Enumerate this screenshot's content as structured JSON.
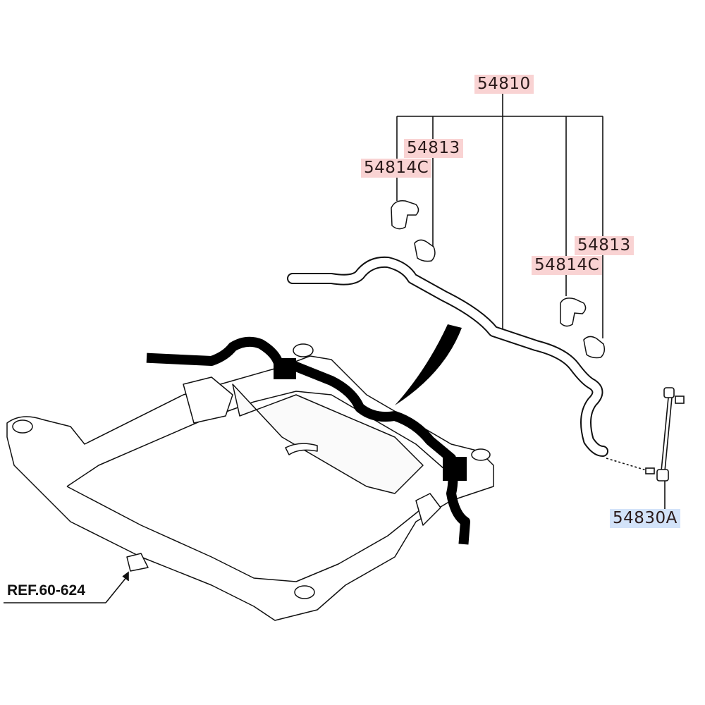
{
  "diagram": {
    "parts": {
      "stabilizer_assy": "54810",
      "bushing_upper_left": "54813",
      "bracket_upper_left": "54814C",
      "bushing_right": "54813",
      "bracket_right": "54814C",
      "stabilizer_link": "54830A"
    },
    "reference": "REF.60-624",
    "colors": {
      "part_label_bg": "#f9d3d3",
      "link_label_bg": "#d3e3f9",
      "line": "#111111"
    }
  }
}
